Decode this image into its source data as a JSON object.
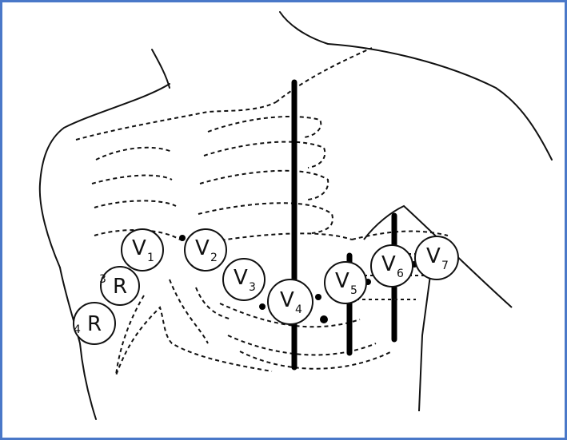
{
  "diagram": {
    "colors": {
      "frame": "#4a78c8",
      "ink": "#111111",
      "background": "#ffffff"
    },
    "electrodes": [
      {
        "id": "v1",
        "main": "V",
        "sub": "1"
      },
      {
        "id": "v2",
        "main": "V",
        "sub": "2"
      },
      {
        "id": "v3",
        "main": "V",
        "sub": "3"
      },
      {
        "id": "v4",
        "main": "V",
        "sub": "4"
      },
      {
        "id": "v5",
        "main": "V",
        "sub": "5"
      },
      {
        "id": "v6",
        "main": "V",
        "sub": "6"
      },
      {
        "id": "v7",
        "main": "V",
        "sub": "7"
      },
      {
        "id": "v3r",
        "main": "R",
        "sub": "3"
      },
      {
        "id": "v4r",
        "main": "R",
        "sub": "4"
      }
    ]
  }
}
